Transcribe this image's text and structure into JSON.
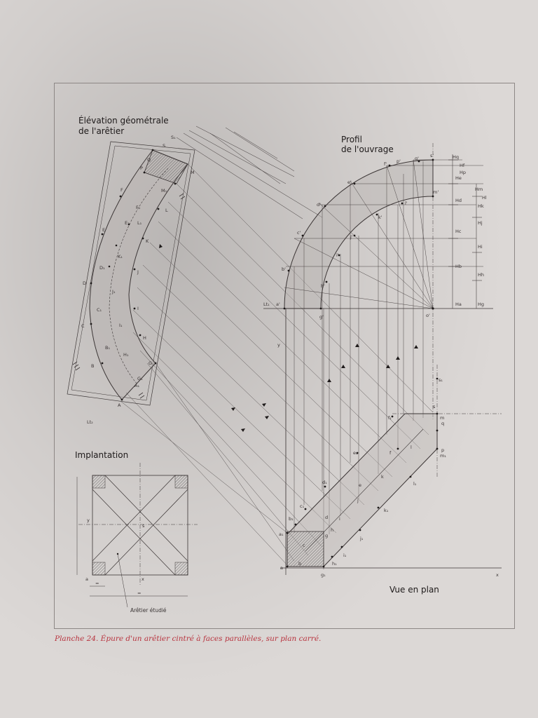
{
  "titles": {
    "elevation": [
      "Élévation géométrale",
      "de l'arêtier"
    ],
    "profile": [
      "Profil",
      "de l'ouvrage"
    ],
    "implantation": "Implantation",
    "plan_view": "Vue en plan",
    "studied_hip": "Arêtier étudié"
  },
  "caption": "Planche 24. Épure d'un arêtier cintré à faces parallèles, sur plan carré.",
  "elevation_labels": {
    "outer": [
      "A",
      "B",
      "C",
      "D",
      "E",
      "F",
      "P",
      "Q",
      "S"
    ],
    "inner": [
      "A₁",
      "B₁",
      "C₁",
      "D₁",
      "E₁",
      "F₁",
      "M₁"
    ],
    "inner2": [
      "G",
      "H",
      "I",
      "J",
      "K",
      "L",
      "M"
    ],
    "inner2b": [
      "G₁",
      "H₁",
      "I₁",
      "J₁",
      "K₁",
      "L₁"
    ],
    "lt": "Lt₂",
    "s1": "S₁"
  },
  "height_labels": [
    "Ha",
    "Hb",
    "Hc",
    "Hd",
    "He",
    "Hf",
    "Hg",
    "Hh",
    "Hi",
    "Hj",
    "Hk",
    "Hl",
    "Hm",
    "Hp",
    "Hq"
  ],
  "profile_labels": {
    "outer": [
      "a'",
      "b'",
      "c'",
      "d'",
      "e'",
      "f'",
      "p'",
      "q'",
      "s'"
    ],
    "inner": [
      "g'",
      "h'",
      "i'",
      "j'",
      "k'",
      "l'",
      "m'"
    ],
    "center": "o'",
    "lt": "Lt₁"
  },
  "plan_labels": {
    "left": [
      "a",
      "a₁",
      "b",
      "b₁",
      "c",
      "c₁",
      "d",
      "d₁",
      "e",
      "e₁",
      "f",
      "f₁"
    ],
    "right": [
      "g",
      "g₁",
      "h",
      "h₁",
      "i",
      "i₁",
      "j",
      "j₁",
      "k",
      "k₁",
      "l",
      "l₁",
      "m",
      "m₁",
      "p",
      "q",
      "s",
      "s₁"
    ],
    "axes": [
      "x",
      "y"
    ]
  },
  "implantation_labels": [
    "y",
    "s",
    "a",
    "x",
    "=",
    "="
  ]
}
